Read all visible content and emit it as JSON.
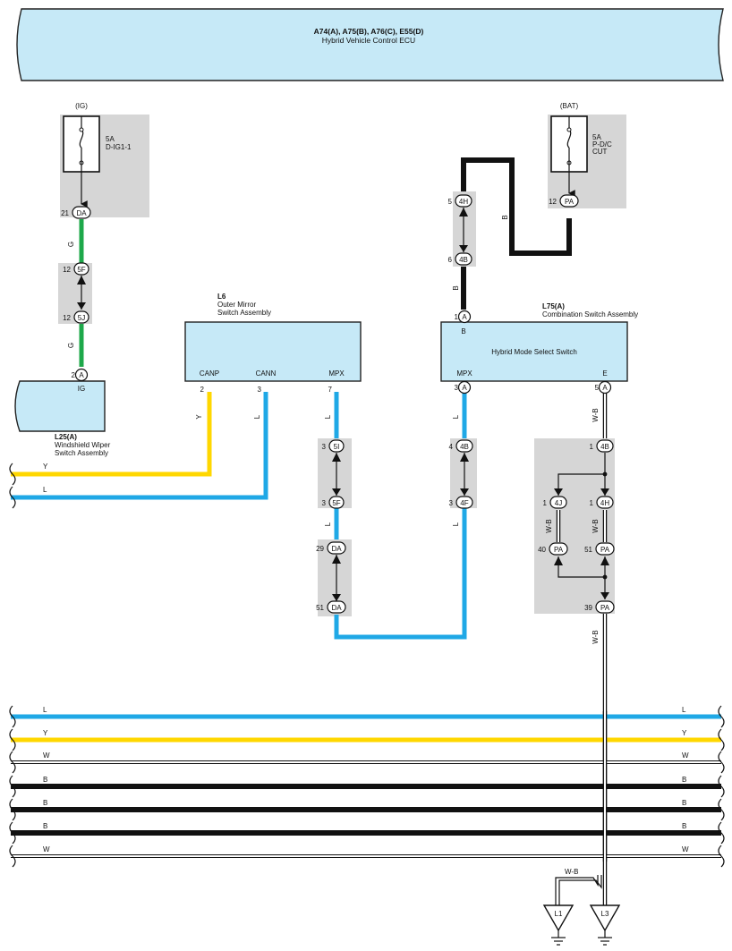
{
  "ecu": {
    "codes": "A74(A), A75(B), A76(C), E55(D)",
    "name": "Hybrid Vehicle Control ECU"
  },
  "fuse_ig": {
    "source": "(IG)",
    "rating": "5A",
    "name": "D-IG1-1"
  },
  "fuse_bat": {
    "source": "(BAT)",
    "rating": "5A",
    "name1": "P-D/C",
    "name2": "CUT"
  },
  "l6": {
    "code": "L6",
    "name1": "Outer Mirror",
    "name2": "Switch Assembly",
    "pin_canp": "CANP",
    "pin_cann": "CANN",
    "pin_mpx": "MPX",
    "num_canp": "2",
    "num_cann": "3",
    "num_mpx": "7"
  },
  "l75": {
    "code": "L75(A)",
    "name": "Combination Switch Assembly",
    "inner": "Hybrid Mode Select Switch",
    "pin_b": "B",
    "pin_mpx": "MPX",
    "pin_e": "E",
    "num_b": "1",
    "num_mpx": "3",
    "num_e": "5",
    "conn": "A"
  },
  "l25": {
    "code": "L25(A)",
    "name1": "Windshield Wiper",
    "name2": "Switch Assembly",
    "pin": "IG",
    "num": "2",
    "conn": "A"
  },
  "connectors": {
    "ig_da": {
      "num": "21",
      "id": "DA"
    },
    "ig_5f": {
      "num": "12",
      "id": "5F"
    },
    "ig_5j": {
      "num": "12",
      "id": "5J"
    },
    "bat_pa": {
      "num": "12",
      "id": "PA"
    },
    "b_4h": {
      "num": "5",
      "id": "4H"
    },
    "b_4b": {
      "num": "6",
      "id": "4B"
    },
    "m_5i": {
      "num": "3",
      "id": "5I"
    },
    "m_5f": {
      "num": "3",
      "id": "5F"
    },
    "m_da29": {
      "num": "29",
      "id": "DA"
    },
    "m_da51": {
      "num": "51",
      "id": "DA"
    },
    "c_4b": {
      "num": "4",
      "id": "4B"
    },
    "c_4f": {
      "num": "3",
      "id": "4F"
    },
    "e_4b": {
      "num": "1",
      "id": "4B"
    },
    "e_4j": {
      "num": "1",
      "id": "4J"
    },
    "e_4h": {
      "num": "1",
      "id": "4H"
    },
    "e_pa40": {
      "num": "40",
      "id": "PA"
    },
    "e_pa51": {
      "num": "51",
      "id": "PA"
    },
    "e_pa39": {
      "num": "39",
      "id": "PA"
    }
  },
  "wire_labels": {
    "g": "G",
    "b": "B",
    "y": "Y",
    "l": "L",
    "wb": "W-B",
    "w": "W"
  },
  "grounds": {
    "l1": "L1",
    "l3": "L3"
  },
  "colors": {
    "blue": "#1fa8e6",
    "yellow": "#ffd700",
    "green": "#1ea84a",
    "black": "#111111",
    "component": "#c6e9f7",
    "shade": "#d6d6d6"
  }
}
